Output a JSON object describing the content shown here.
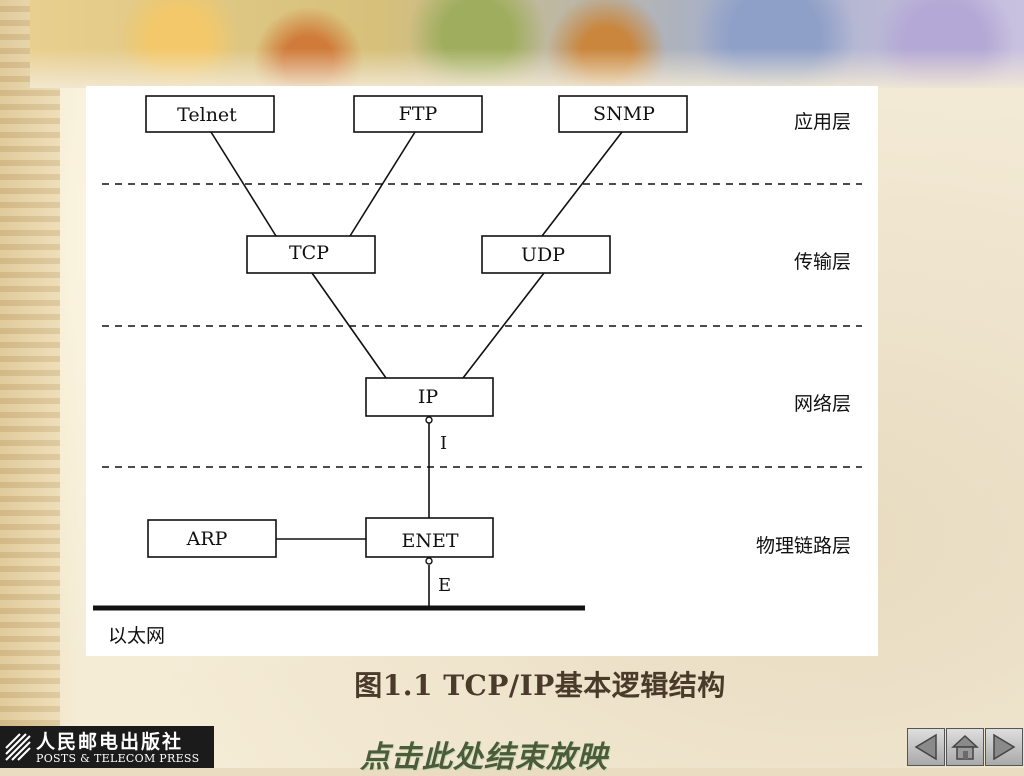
{
  "diagram": {
    "protocols": {
      "telnet": "Telnet",
      "ftp": "FTP",
      "snmp": "SNMP",
      "tcp": "TCP",
      "udp": "UDP",
      "ip": "IP",
      "arp": "ARP",
      "enet": "ENET"
    },
    "layers": {
      "application": "应用层",
      "transport": "传输层",
      "network": "网络层",
      "physical_link": "物理链路层"
    },
    "interface_i": "I",
    "interface_e": "E",
    "ethernet": "以太网"
  },
  "caption": "图1.1  TCP/IP基本逻辑结构",
  "publisher": {
    "name_cn": "人民邮电出版社",
    "name_en": "POSTS & TELECOM PRESS"
  },
  "end_show": "点击此处结束放映",
  "nav": {
    "prev_icon": "triangle-left-icon",
    "home_icon": "home-icon",
    "next_icon": "triangle-right-icon"
  }
}
